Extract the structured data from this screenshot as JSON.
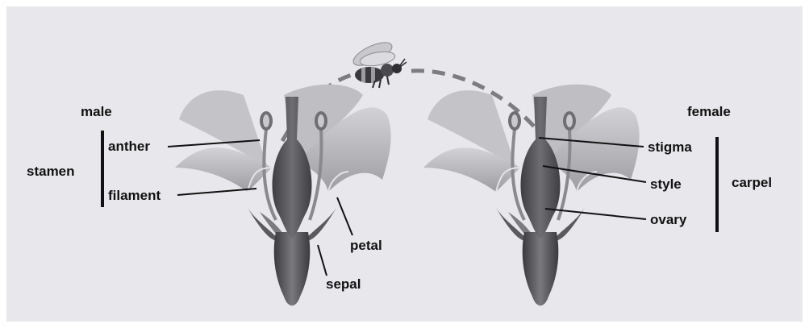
{
  "male": {
    "title": "male",
    "group_label": "stamen",
    "parts": {
      "anther": "anther",
      "filament": "filament",
      "petal": "petal",
      "sepal": "sepal"
    }
  },
  "female": {
    "title": "female",
    "group_label": "carpel",
    "parts": {
      "stigma": "stigma",
      "style": "style",
      "ovary": "ovary"
    }
  },
  "colors": {
    "background": "#e8e7eb",
    "petal_light": "#c9c8cc",
    "petal_mid": "#a9a8ac",
    "organ_dark": "#5c5b5f",
    "text": "#111111"
  },
  "icons": [
    "bee-icon",
    "flower-male-icon",
    "flower-female-icon"
  ]
}
